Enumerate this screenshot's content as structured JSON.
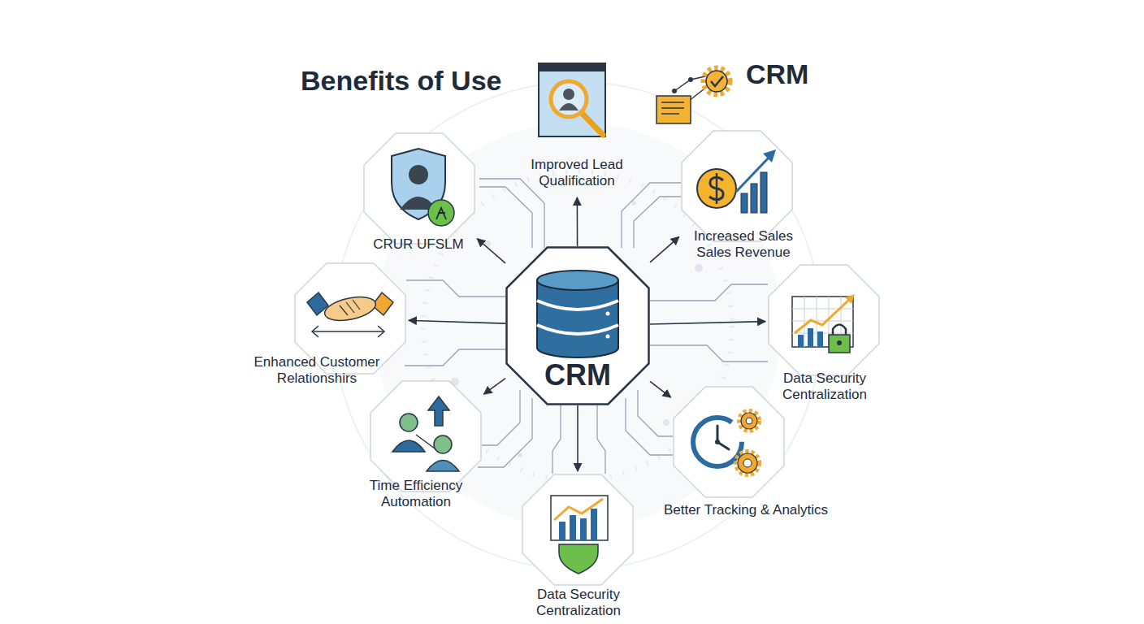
{
  "diagram": {
    "title": "Benefits of Use",
    "nodes": [
      {
        "text": [
          "Improved Lead Qualification"
        ]
      },
      {
        "text": [
          "CRUR UFSLM"
        ]
      },
      {
        "text": [
          "Increased Sales Sales Revenue"
        ]
      },
      {
        "text": [
          "Enhanced Customer Relationshirs"
        ]
      },
      {
        "text": [
          "CRM"
        ]
      },
      {
        "text": [
          "Data Security Centralization"
        ]
      },
      {
        "text": [
          "Time Efficiency Automation"
        ]
      },
      {
        "text": [
          "Better Tracking & Analytics"
        ]
      },
      {
        "text": [
          "Data Security Centralization"
        ]
      }
    ],
    "edges": [
      {
        "from": 4,
        "to": 0,
        "arrow": "to"
      },
      {
        "from": 4,
        "to": 1,
        "arrow": "to"
      },
      {
        "from": 4,
        "to": 2,
        "arrow": "to"
      },
      {
        "from": 4,
        "to": 3,
        "arrow": "to"
      },
      {
        "from": 4,
        "to": 5,
        "arrow": "to"
      },
      {
        "from": 4,
        "to": 6,
        "arrow": "to"
      },
      {
        "from": 4,
        "to": 7,
        "arrow": "to"
      },
      {
        "from": 4,
        "to": 8,
        "arrow": "to"
      }
    ],
    "labels": [
      "CRM"
    ]
  }
}
